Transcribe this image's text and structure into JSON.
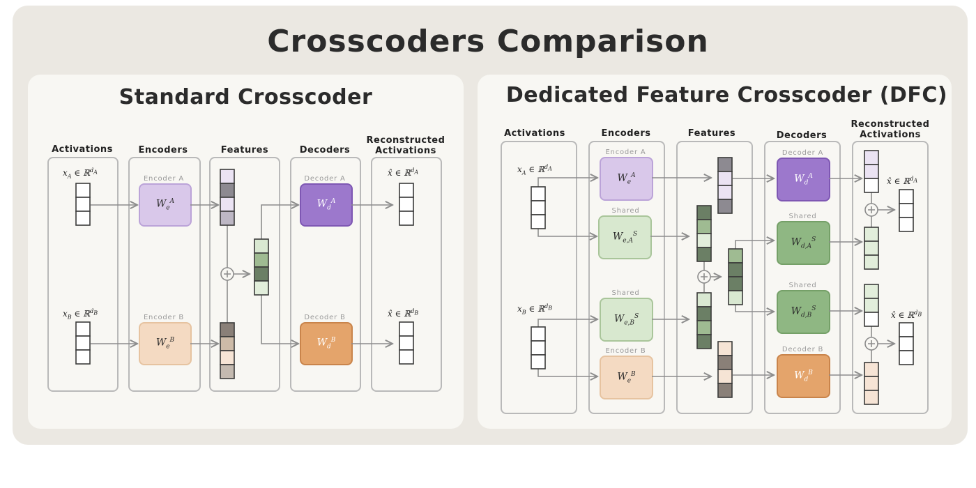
{
  "title": "Crosscoders Comparison",
  "left_panel": {
    "title": "Standard Crosscoder",
    "columns": {
      "activations": "Activations",
      "encoders": "Encoders",
      "features": "Features",
      "decoders": "Decoders",
      "reconstructed": "Reconstructed Activations"
    },
    "encoder_a": {
      "caption": "Encoder A",
      "label": "W_e^A"
    },
    "encoder_b": {
      "caption": "Encoder B",
      "label": "W_e^B"
    },
    "decoder_a": {
      "caption": "Decoder A",
      "label": "W_d^A"
    },
    "decoder_b": {
      "caption": "Decoder B",
      "label": "W_d^B"
    }
  },
  "right_panel": {
    "title": "Dedicated Feature Crosscoder (DFC)",
    "columns": {
      "activations": "Activations",
      "encoders": "Encoders",
      "features": "Features",
      "decoders": "Decoders",
      "reconstructed": "Reconstructed Activations"
    },
    "encoder_a": {
      "caption": "Encoder A",
      "label": "W_e^A"
    },
    "encoder_shared_a": {
      "caption": "Shared",
      "label": "W_{e,A}^S"
    },
    "encoder_shared_b": {
      "caption": "Shared",
      "label": "W_{e,B}^S"
    },
    "encoder_b": {
      "caption": "Encoder B",
      "label": "W_e^B"
    },
    "decoder_a": {
      "caption": "Decoder A",
      "label": "W_d^A"
    },
    "decoder_shared_a": {
      "caption": "Shared",
      "label": "W_{d,A}^S"
    },
    "decoder_shared_b": {
      "caption": "Shared",
      "label": "W_{d,B}^S"
    },
    "decoder_b": {
      "caption": "Decoder B",
      "label": "W_d^B"
    }
  },
  "colors": {
    "encoder_a": "#d9c8ea",
    "encoder_b": "#f4dac2",
    "decoder_a": "#9c78cc",
    "decoder_b": "#e4a46b",
    "shared_encoder": "#d8e8cf",
    "shared_decoder": "#8fb783",
    "wire": "#8c8c8c"
  }
}
